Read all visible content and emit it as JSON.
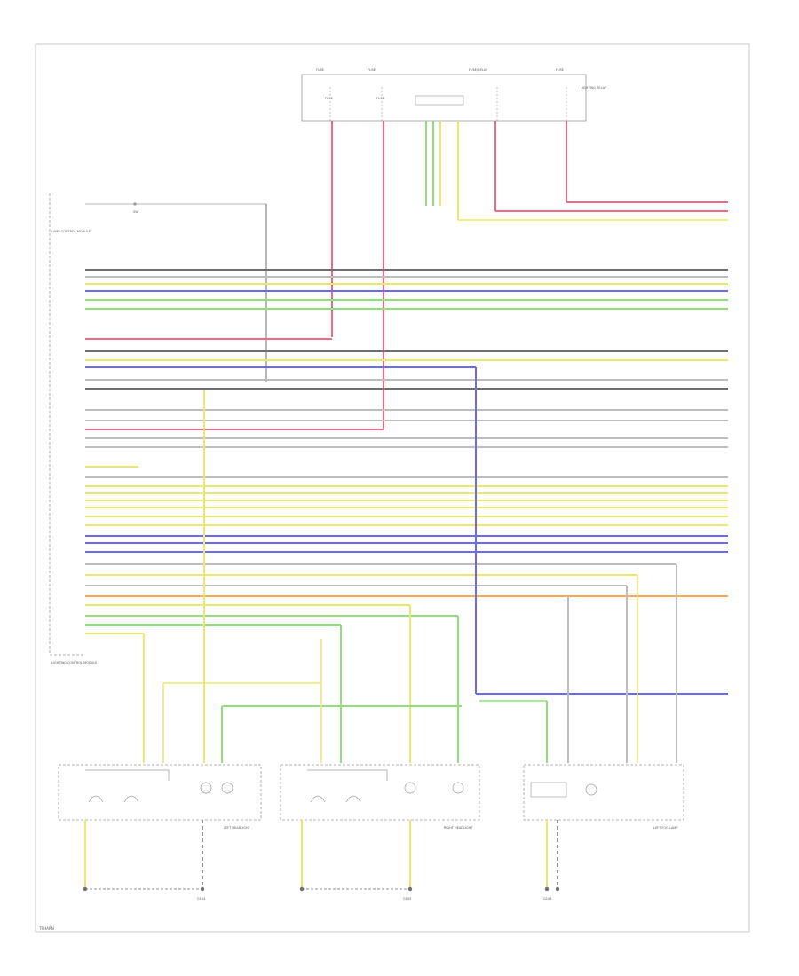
{
  "diagram": {
    "wire_colors": {
      "white": "#bdbdbd",
      "black": "#6f6f6f",
      "yellow": "#ece96a",
      "blue": "#6b6bf0",
      "green": "#8fe07a",
      "red": "#f06a82",
      "orange": "#f5a94e",
      "violet": "#9a6ad8"
    },
    "corner_label": "TRHARN",
    "fuse_box": {
      "labels": [
        "FUSE",
        "FUSE",
        "FUSE/RELAY",
        "FUSE",
        "FUSE",
        "FUSE",
        "LIGHTING RELAY"
      ]
    },
    "control_module": {
      "label": "LAMP CONTROL MODULE",
      "bottom_label": "LIGHTING CONTROL MODULE"
    },
    "switch": {
      "label": "SW"
    },
    "headlights": {
      "left": {
        "label": "LEFT HEADLIGHT",
        "ground_label": "G104"
      },
      "right": {
        "label": "RIGHT HEADLIGHT",
        "ground_label": "G105"
      },
      "fog": {
        "label": "LEFT FOG LAMP",
        "ground_label": "G106"
      }
    }
  }
}
